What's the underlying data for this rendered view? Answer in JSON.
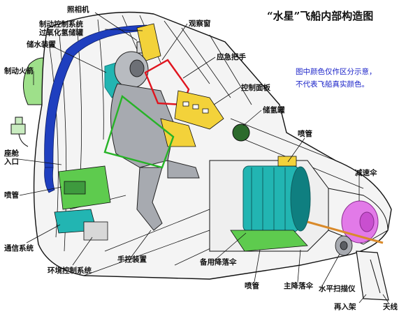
{
  "title": "“水星”飞船内部构造图",
  "note": [
    "图中颜色仅作区分示意，",
    "不代表飞船真实颜色。"
  ],
  "labels": {
    "camera": "照相机",
    "control_system": "制动控制系统",
    "peroxide_tank": "过氧化氢储罐",
    "window": "观察窗",
    "water": "储水装置",
    "handle": "应急把手",
    "retro_rocket": "制动火箭",
    "control_panel": "控制面板",
    "hydrogen": "储氢罐",
    "nozzle_upper": "喷管",
    "hatch": "座舱\n入口",
    "nozzle_left": "喷管",
    "drogue": "减速伞",
    "comm": "通信系统",
    "env": "环境控制系统",
    "manual": "手控装置",
    "reserve_chute": "备用降落伞",
    "nozzle_bottom": "喷管",
    "main_chute": "主降落伞",
    "scanner": "水平扫描仪",
    "reentry_frame": "再入架",
    "antenna": "天线"
  },
  "colors": {
    "line": "#111111",
    "hull": "#f4f4f4",
    "blue": "#1f3fbf",
    "green_shield": "#9ee08a",
    "green_panel": "#5ecb4e",
    "green_outline": "#27b327",
    "red_outline": "#e0141e",
    "yellow": "#f3d23a",
    "teal": "#22b5b2",
    "teal_dark": "#0f7f80",
    "magenta": "#e27ae8",
    "gray": "#a7aab0",
    "orange": "#d98a2a",
    "dark_green": "#2c6b2c",
    "title_blue": "#1a22c8"
  }
}
